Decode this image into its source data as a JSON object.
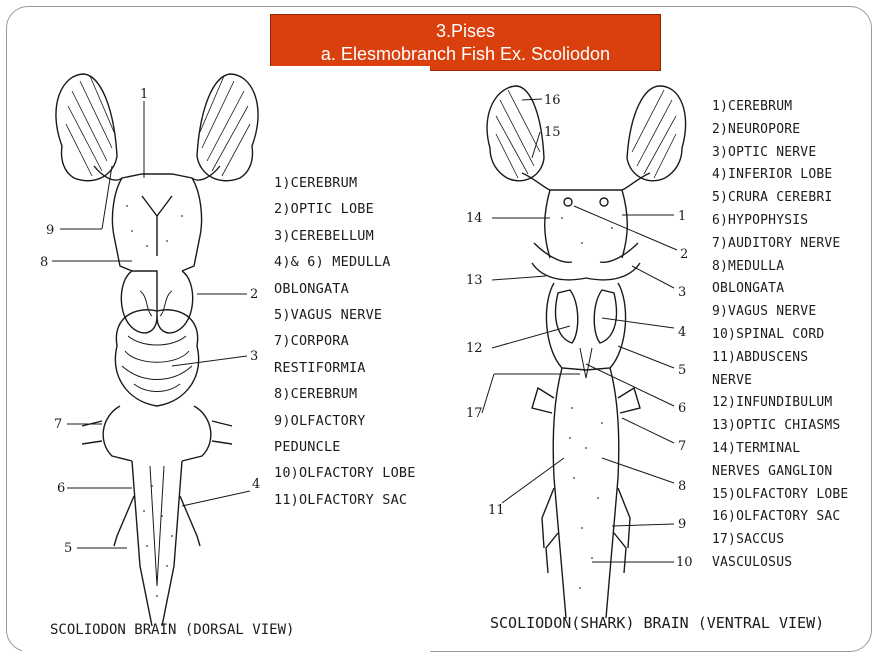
{
  "title": {
    "line1": "3.Pises",
    "line2": "a. Elesmobranch Fish Ex. Scoliodon"
  },
  "dorsal": {
    "caption": "SCOLIODON BRAIN (DORSAL VIEW)",
    "legend": [
      "1)CEREBRUM",
      "2)OPTIC LOBE",
      "3)CEREBELLUM",
      "4)& 6) MEDULLA",
      "OBLONGATA",
      "5)VAGUS NERVE",
      "7)CORPORA",
      "RESTIFORMIA",
      "8)CEREBRUM",
      "9)OLFACTORY",
      "PEDUNCLE",
      "10)OLFACTORY LOBE",
      "11)OLFACTORY SAC"
    ],
    "labels": [
      "1",
      "9",
      "8",
      "2",
      "3",
      "7",
      "6",
      "4",
      "5"
    ]
  },
  "ventral": {
    "caption": "SCOLIODON(SHARK) BRAIN (VENTRAL VIEW)",
    "legend": [
      "1)CEREBRUM",
      "2)NEUROPORE",
      "3)OPTIC NERVE",
      "4)INFERIOR LOBE",
      "5)CRURA CEREBRI",
      "6)HYPOPHYSIS",
      "7)AUDITORY NERVE",
      "8)MEDULLA",
      "OBLONGATA",
      "9)VAGUS NERVE",
      "10)SPINAL CORD",
      "11)ABDUSCENS",
      "NERVE",
      "12)INFUNDIBULUM",
      "13)OPTIC CHIASMS",
      "14)TERMINAL",
      "NERVES GANGLION",
      "15)OLFACTORY LOBE",
      "16)OLFACTORY SAC",
      "17)SACCUS",
      "VASCULOSUS"
    ],
    "labels": [
      "16",
      "15",
      "14",
      "1",
      "2",
      "13",
      "3",
      "12",
      "4",
      "5",
      "17",
      "6",
      "7",
      "8",
      "11",
      "9",
      "10"
    ]
  }
}
